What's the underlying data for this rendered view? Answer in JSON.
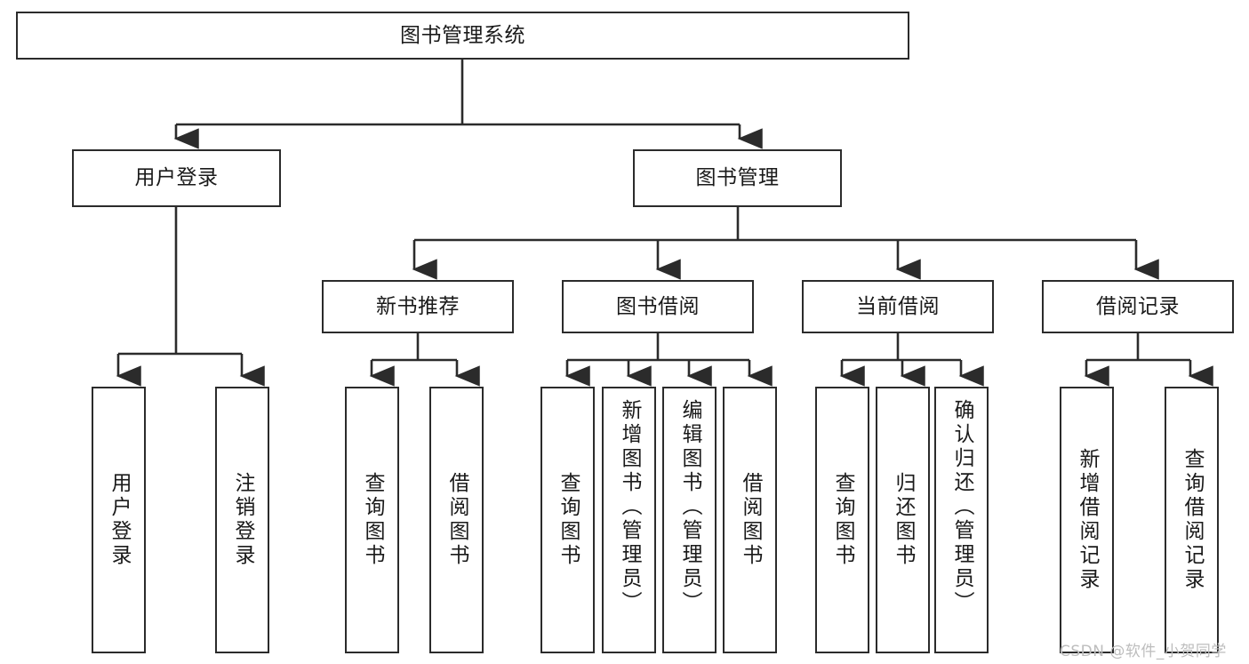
{
  "diagram": {
    "title": "图书管理系统",
    "type": "hierarchy-tree",
    "root": {
      "label": "图书管理系统"
    },
    "level2": [
      {
        "label": "用户登录"
      },
      {
        "label": "图书管理"
      }
    ],
    "level3": [
      {
        "label": "新书推荐"
      },
      {
        "label": "图书借阅"
      },
      {
        "label": "当前借阅"
      },
      {
        "label": "借阅记录"
      }
    ],
    "leaves": {
      "user_login": [
        {
          "label": "用户登录"
        },
        {
          "label": "注销登录"
        }
      ],
      "new_book_recommend": [
        {
          "label": "查询图书"
        },
        {
          "label": "借阅图书"
        }
      ],
      "book_borrow": [
        {
          "label": "查询图书"
        },
        {
          "label": "新增图书（管理员）"
        },
        {
          "label": "编辑图书（管理员）"
        },
        {
          "label": "借阅图书"
        }
      ],
      "current_borrow": [
        {
          "label": "查询图书"
        },
        {
          "label": "归还图书"
        },
        {
          "label": "确认归还（管理员）"
        }
      ],
      "borrow_record": [
        {
          "label": "新增借阅记录"
        },
        {
          "label": "查询借阅记录"
        }
      ]
    }
  },
  "watermark": {
    "text": "CSDN @软件_小贺同学"
  },
  "colors": {
    "stroke": "#2b2b2b",
    "background": "#ffffff",
    "text": "#1a1a1a",
    "watermark": "#bdbdbd"
  }
}
